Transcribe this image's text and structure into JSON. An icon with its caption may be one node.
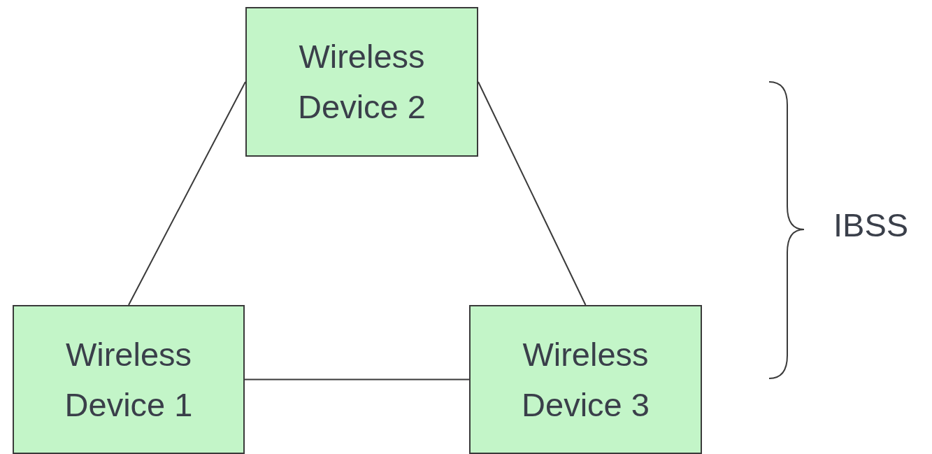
{
  "diagram": {
    "nodes": [
      {
        "text": [
          "Wireless Device 2"
        ]
      },
      {
        "text": [
          "Wireless Device 1"
        ]
      },
      {
        "text": [
          "Wireless Device 3"
        ]
      }
    ],
    "edges": [
      {
        "from": 1,
        "to": 0,
        "arrow": "none"
      },
      {
        "from": 0,
        "to": 2,
        "arrow": "none"
      },
      {
        "from": 1,
        "to": 2,
        "arrow": "none"
      }
    ],
    "labels": [
      "IBSS"
    ]
  }
}
